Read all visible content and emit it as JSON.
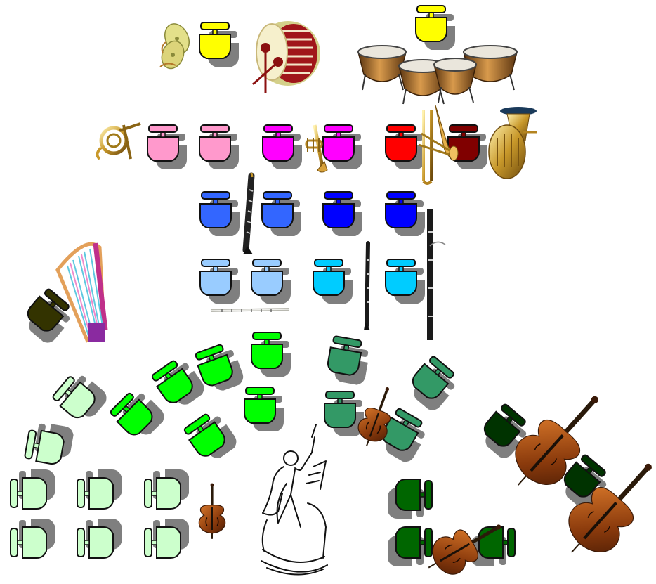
{
  "palette": {
    "percussion": "#ffff00",
    "horn": "#ff99cc",
    "trumpet": "#ff00ff",
    "trombone": "#ff0000",
    "tuba": "#800000",
    "clarinet": "#3366ff",
    "bassoon": "#0000ff",
    "flute": "#99ccff",
    "oboe": "#00ccff",
    "harp": "#333300",
    "violin1": "#ccffcc",
    "violin2": "#00ff00",
    "viola": "#339966",
    "cello": "#006600",
    "bass": "#003300",
    "shadow": "#7f7f7f",
    "outline": "#111111"
  },
  "sections": [
    {
      "id": "percussion",
      "icons": [
        "cymbals-icon",
        "bass-drum-icon",
        "timpani-icon"
      ]
    },
    {
      "id": "brass",
      "icons": [
        "french-horn-icon",
        "trumpet-icon",
        "trombone-icon",
        "tuba-icon"
      ]
    },
    {
      "id": "woodwinds",
      "icons": [
        "clarinet-icon",
        "flute-icon",
        "oboe-icon",
        "bassoon-icon"
      ]
    },
    {
      "id": "harp",
      "icons": [
        "harp-icon"
      ]
    },
    {
      "id": "strings",
      "icons": [
        "violin-icon",
        "viola-icon",
        "cello-icon",
        "double-bass-icon"
      ]
    },
    {
      "id": "conductor",
      "icons": [
        "conductor-icon"
      ]
    }
  ]
}
